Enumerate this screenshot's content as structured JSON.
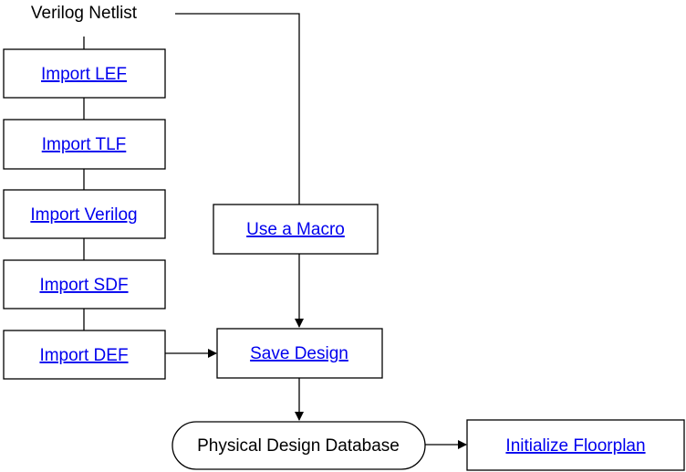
{
  "diagram": {
    "source_label": "Verilog Netlist",
    "steps": [
      {
        "id": "import-lef",
        "label": "Import LEF"
      },
      {
        "id": "import-tlf",
        "label": "Import TLF"
      },
      {
        "id": "import-verilog",
        "label": "Import Verilog"
      },
      {
        "id": "import-sdf",
        "label": "Import SDF"
      },
      {
        "id": "import-def",
        "label": "Import DEF"
      }
    ],
    "macro_label": "Use a Macro",
    "save_label": "Save Design",
    "database_label": "Physical Design Database",
    "floorplan_label": "Initialize Floorplan",
    "link_color": "#0000ee"
  }
}
